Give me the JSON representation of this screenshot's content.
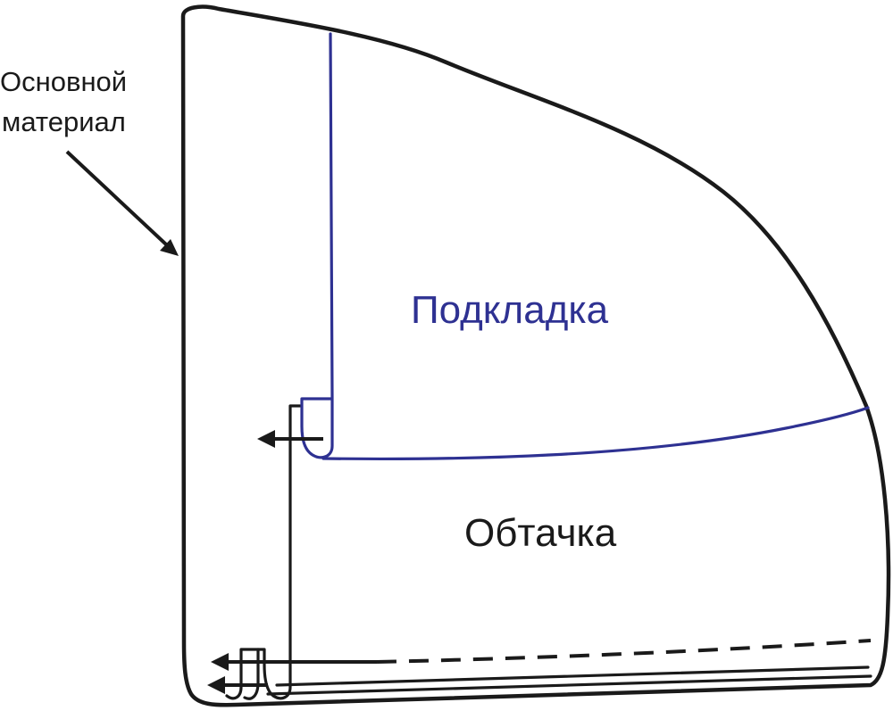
{
  "labels": {
    "main_fabric_line1": "Основной",
    "main_fabric_line2": "материал",
    "lining": "Подкладка",
    "facing": "Обтачка"
  },
  "colors": {
    "lining": "#2e3192",
    "outline": "#1a1a1a"
  }
}
